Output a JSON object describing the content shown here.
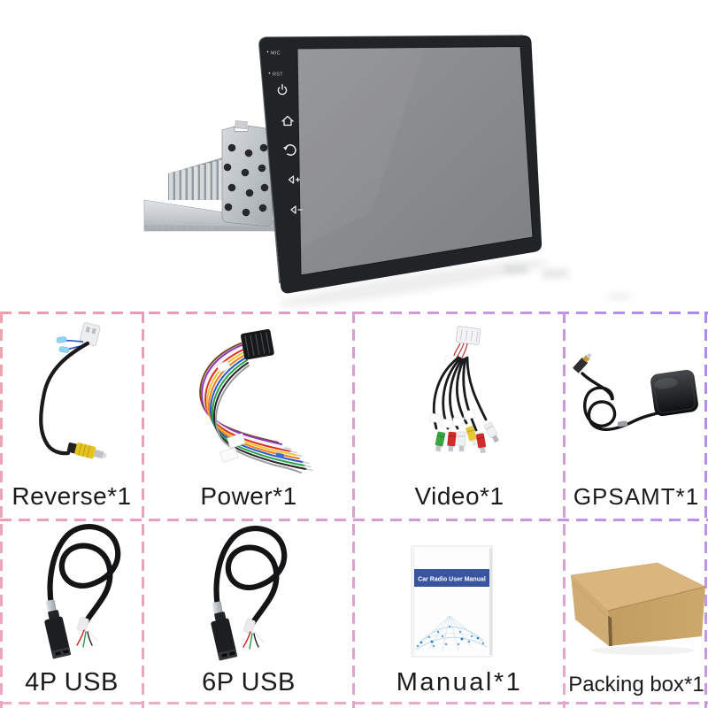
{
  "photo": {
    "background": "#ffffff",
    "device": {
      "name": "car-stereo-head-unit",
      "mic_label": "MIC",
      "rst_label": "RST",
      "screen_color": "#8a8c8e",
      "frame_color": "#212427",
      "bracket_color": "#c9cdd1",
      "button_icons": [
        "power-icon",
        "home-icon",
        "back-icon",
        "volume-up-icon",
        "volume-down-icon"
      ]
    },
    "manual_banner": "Car Radio User Manual",
    "grid": {
      "dash_pink": "#eb9da7",
      "dash_purple": "#a489f2",
      "label_color": "#1b1b1d",
      "cells": [
        {
          "id": "reverse-cable",
          "label": "Reverse*1"
        },
        {
          "id": "power-harness",
          "label": "Power*1"
        },
        {
          "id": "video-cable",
          "label": "Video*1"
        },
        {
          "id": "gps-antenna",
          "label": "GPSAMT*1"
        },
        {
          "id": "usb-cable-4p",
          "label": "4P USB"
        },
        {
          "id": "usb-cable-6p",
          "label": "6P USB"
        },
        {
          "id": "user-manual",
          "label": "Manual*1"
        },
        {
          "id": "packing-box",
          "label": "Packing box*1"
        }
      ]
    }
  }
}
